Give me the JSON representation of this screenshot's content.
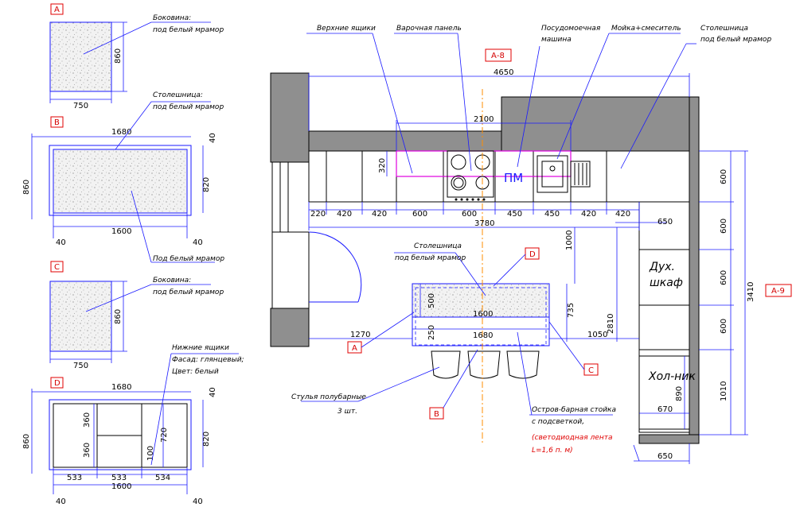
{
  "panels": {
    "a": {
      "mark": "A",
      "title": "Боковина:",
      "subtitle": "под белый мрамор",
      "dim_h": "860",
      "dim_w": "750"
    },
    "b": {
      "mark": "B",
      "title": "Столешница:",
      "subtitle": "под белый мрамор",
      "dim_top": "1680",
      "dim_bottom": "1600",
      "dim_left": "860",
      "dim_right": "820",
      "dim_corner_tr": "40",
      "dim_corner_bl": "40",
      "dim_corner_br": "40",
      "inner_note": "Под белый мрамор"
    },
    "c": {
      "mark": "C",
      "title": "Боковина:",
      "subtitle": "под белый мрамор",
      "dim_h": "860",
      "dim_w": "750"
    },
    "d": {
      "mark": "D",
      "title": "Нижние ящики",
      "line2": "Фасад: глянцевый;",
      "line3": "Цвет: белый",
      "dim_top": "1680",
      "dim_left": "860",
      "dim_right": "820",
      "dim_corner_tr": "40",
      "dim_inner_1": "360",
      "dim_inner_2": "360",
      "dim_inner_3": "720",
      "dim_inner_4": "100",
      "dim_seg_1": "533",
      "dim_seg_2": "533",
      "dim_seg_3": "534",
      "dim_bottom": "1600",
      "dim_corner_bl": "40",
      "dim_corner_br": "40"
    }
  },
  "plan": {
    "labels": {
      "upper_cabinets": "Верхние ящики",
      "hob": "Варочная панель",
      "dishwasher_1": "Посудомоечная",
      "dishwasher_2": "машина",
      "sink": "Мойка+смеситель",
      "countertop_1": "Столешница",
      "countertop_2": "под белый мрамор",
      "island_top_1": "Столешница",
      "island_top_2": "под белый мрамор",
      "chairs_1": "Стулья полубарные",
      "chairs_2": "3 шт.",
      "island_1": "Остров-барная стойка",
      "island_2": "с подсветкой,",
      "led_1": "(светодиодная лента",
      "led_2": "L=1,6 п. м)",
      "oven_1": "Дух.",
      "oven_2": "шкаф",
      "fridge": "Хол-ник",
      "dw_symbol": "ПМ"
    },
    "marks": {
      "a8": "А-8",
      "a9": "А-9",
      "A": "A",
      "B": "B",
      "C": "C",
      "D": "D"
    },
    "dims": {
      "total_top": "4650",
      "upper_run": "2100",
      "upper_h": "320",
      "seg": [
        "220",
        "420",
        "420",
        "600",
        "600",
        "450",
        "450",
        "420",
        "420"
      ],
      "base_run": "3780",
      "d1000": "1000",
      "d1270": "1270",
      "d500": "500",
      "d250": "250",
      "d1600": "1600",
      "d1680": "1680",
      "d735": "735",
      "d1050": "1050",
      "d2810": "2810",
      "d650_top": "650",
      "right_seg": [
        "600",
        "600",
        "600",
        "600",
        "1010"
      ],
      "d3410": "3410",
      "d890": "890",
      "d670": "670",
      "d650_bottom": "650"
    }
  }
}
